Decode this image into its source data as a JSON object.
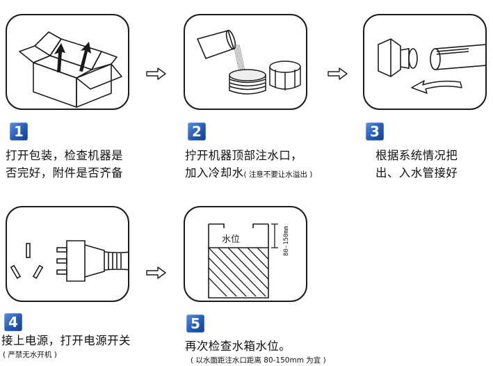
{
  "steps": [
    {
      "number": "1",
      "line1": "打开包装，检查机器是",
      "line2": "否完好，附件是否齐备"
    },
    {
      "number": "2",
      "line1": "拧开机器顶部注水口，",
      "line2_main": "加入冷却水",
      "line2_note": "( 注意不要让水溢出 )"
    },
    {
      "number": "3",
      "line1": "根据系统情况把",
      "line2": "出、入水管接好"
    },
    {
      "number": "4",
      "line1": "接上电源，打开电源开关",
      "note": "( 严禁无水开机 )"
    },
    {
      "number": "5",
      "line1": "再次检查水箱水位。",
      "note": "( 以水面距注水口距离 80-150mm 为宜 )"
    }
  ],
  "diagram": {
    "water_level_label": "水位",
    "dimension_label": "80-150mm"
  }
}
